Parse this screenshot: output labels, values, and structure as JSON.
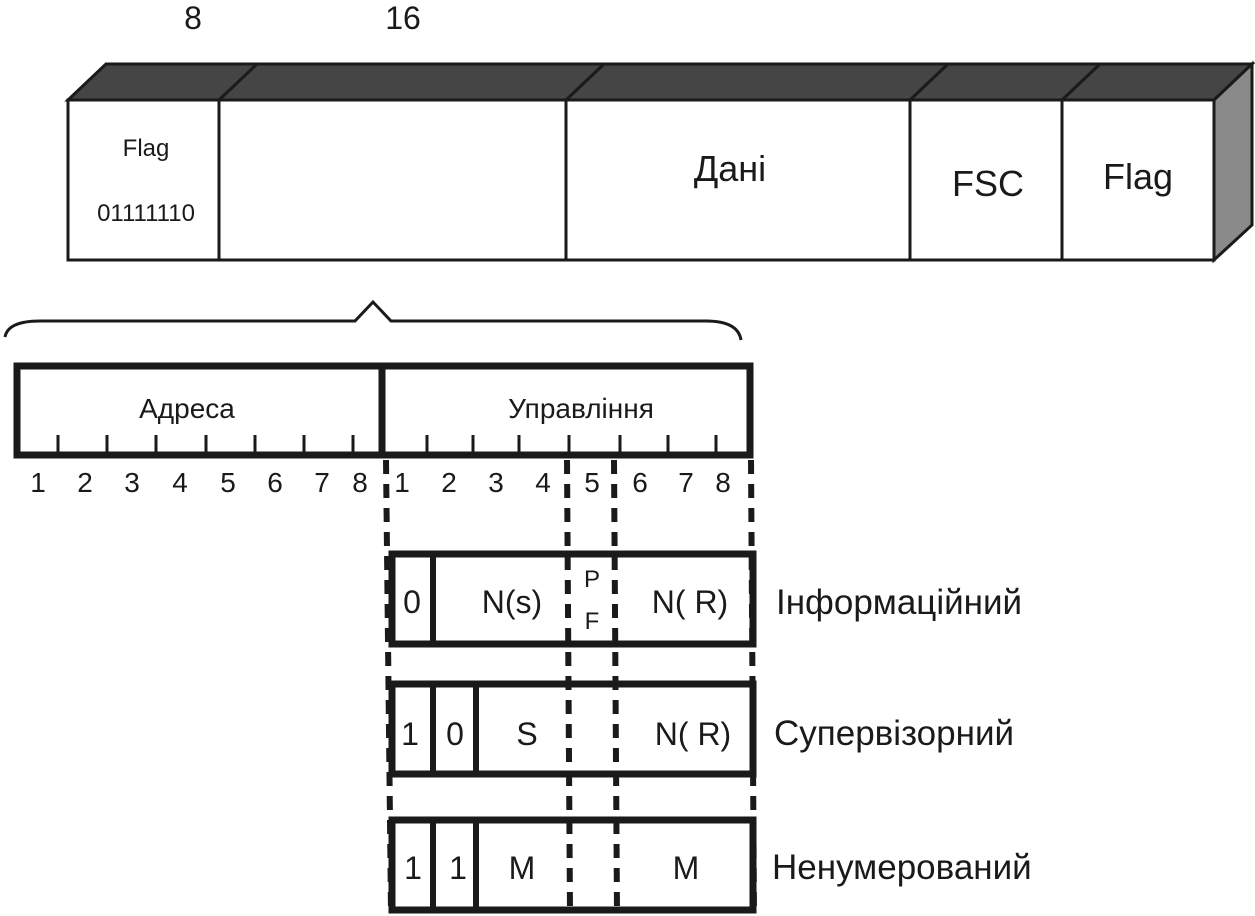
{
  "top_labels": {
    "flag_width": "8",
    "addr_ctrl_width": "16"
  },
  "frame": {
    "flag_left_title": "Flag",
    "flag_left_bits": "01111110",
    "data_label": "Дані",
    "fsc_label": "FSC",
    "flag_right_label": "Flag"
  },
  "fields": {
    "address": "Адреса",
    "control": "Управління"
  },
  "address_bits": [
    "1",
    "2",
    "3",
    "4",
    "5",
    "6",
    "7",
    "8"
  ],
  "control_bits": [
    "1",
    "2",
    "3",
    "4",
    "5",
    "6",
    "7",
    "8"
  ],
  "frame_types": {
    "information": {
      "label": "Інформаційний",
      "bit1": "0",
      "ns": "N(s)",
      "p": "P",
      "f": "F",
      "nr": "N( R)"
    },
    "supervisory": {
      "label": "Супервізорний",
      "bit1": "1",
      "bit2": "0",
      "s": "S",
      "nr": "N( R)"
    },
    "unnumbered": {
      "label": "Ненумерований",
      "bit1": "1",
      "bit2": "1",
      "m1": "M",
      "m2": "M"
    }
  },
  "colors": {
    "top_face": "#454545",
    "side_face": "#8a8a8a",
    "stroke": "#1a1a1a"
  }
}
